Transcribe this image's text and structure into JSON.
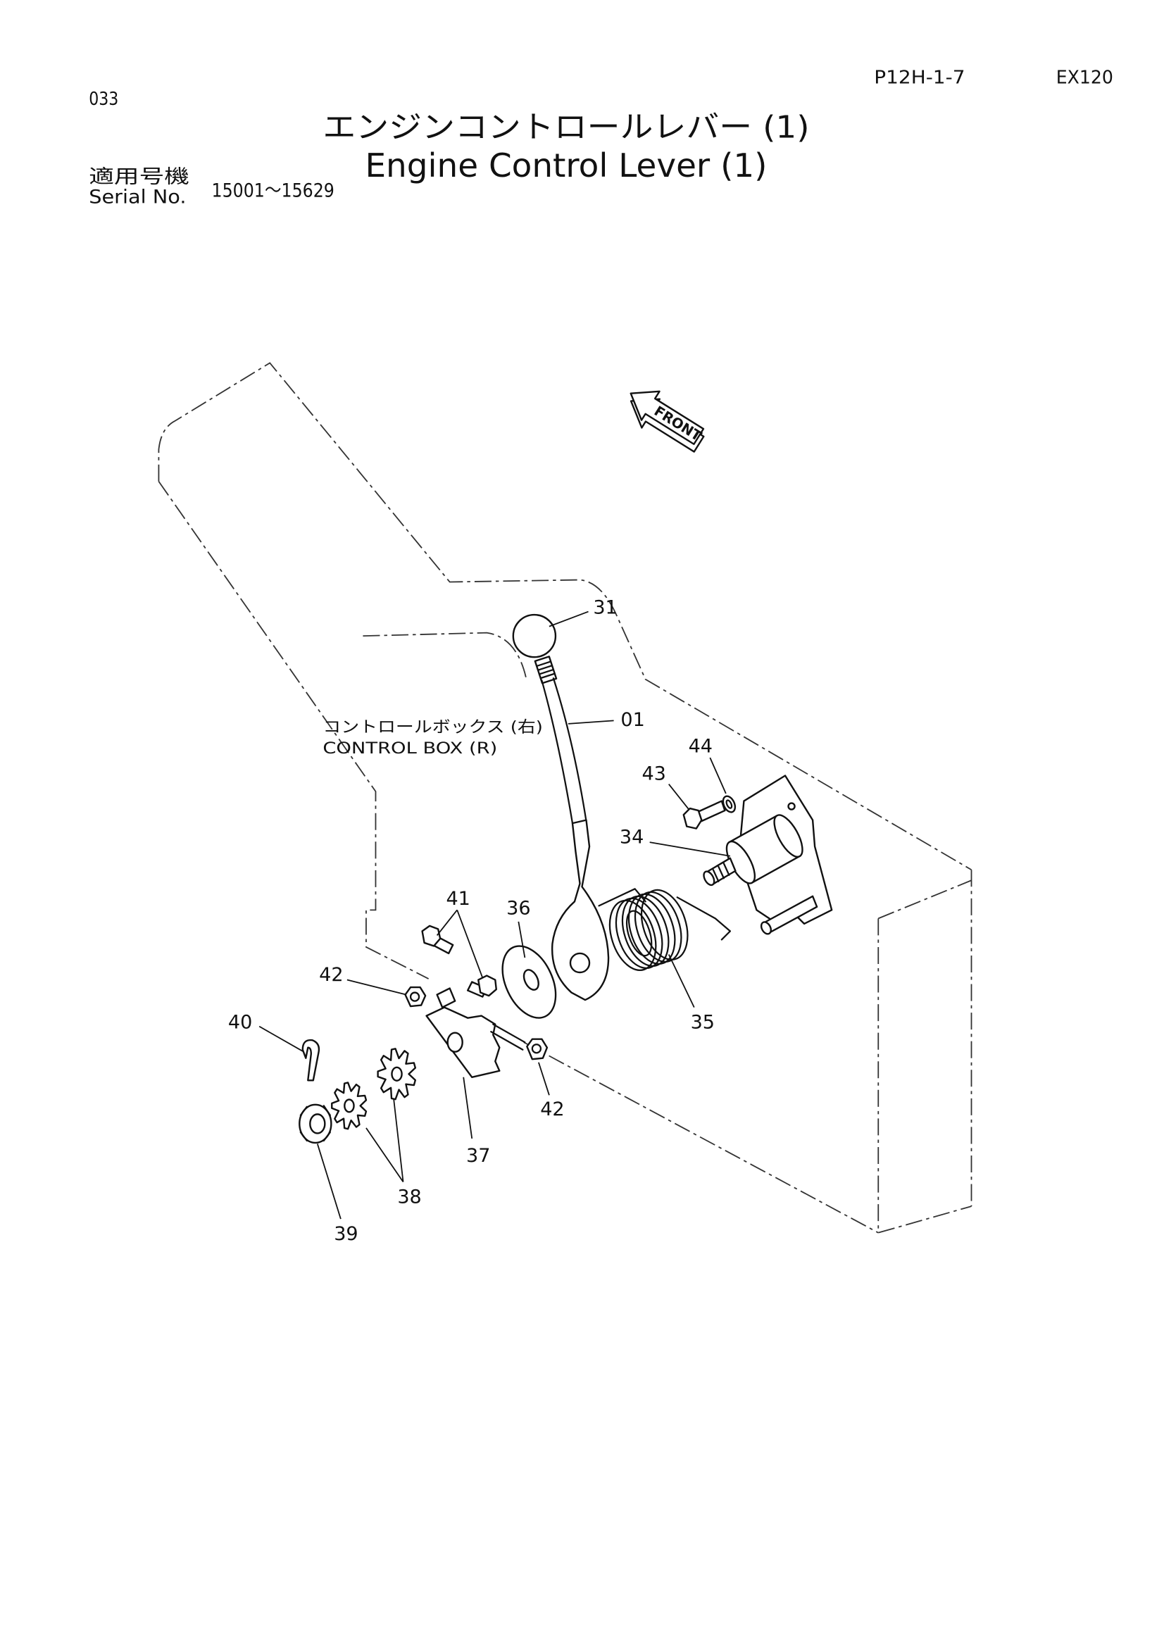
{
  "header": {
    "page_code": "P12H-1-7",
    "model": "EX120",
    "page_number": "033",
    "title_ja": "エンジンコントロールレバー (1)",
    "title_en": "Engine Control Lever (1)",
    "serial_label_ja": "適用号機",
    "serial_label_en": "Serial No.",
    "serial_range": "15001～15629"
  },
  "diagram": {
    "front_label": "FRONT",
    "control_box_label_ja": "コントロールボックス (右)",
    "control_box_label_en": "CONTROL BOX (R)",
    "callouts": [
      "31",
      "01",
      "44",
      "43",
      "34",
      "41",
      "36",
      "42",
      "40",
      "35",
      "42",
      "37",
      "38",
      "39"
    ]
  }
}
